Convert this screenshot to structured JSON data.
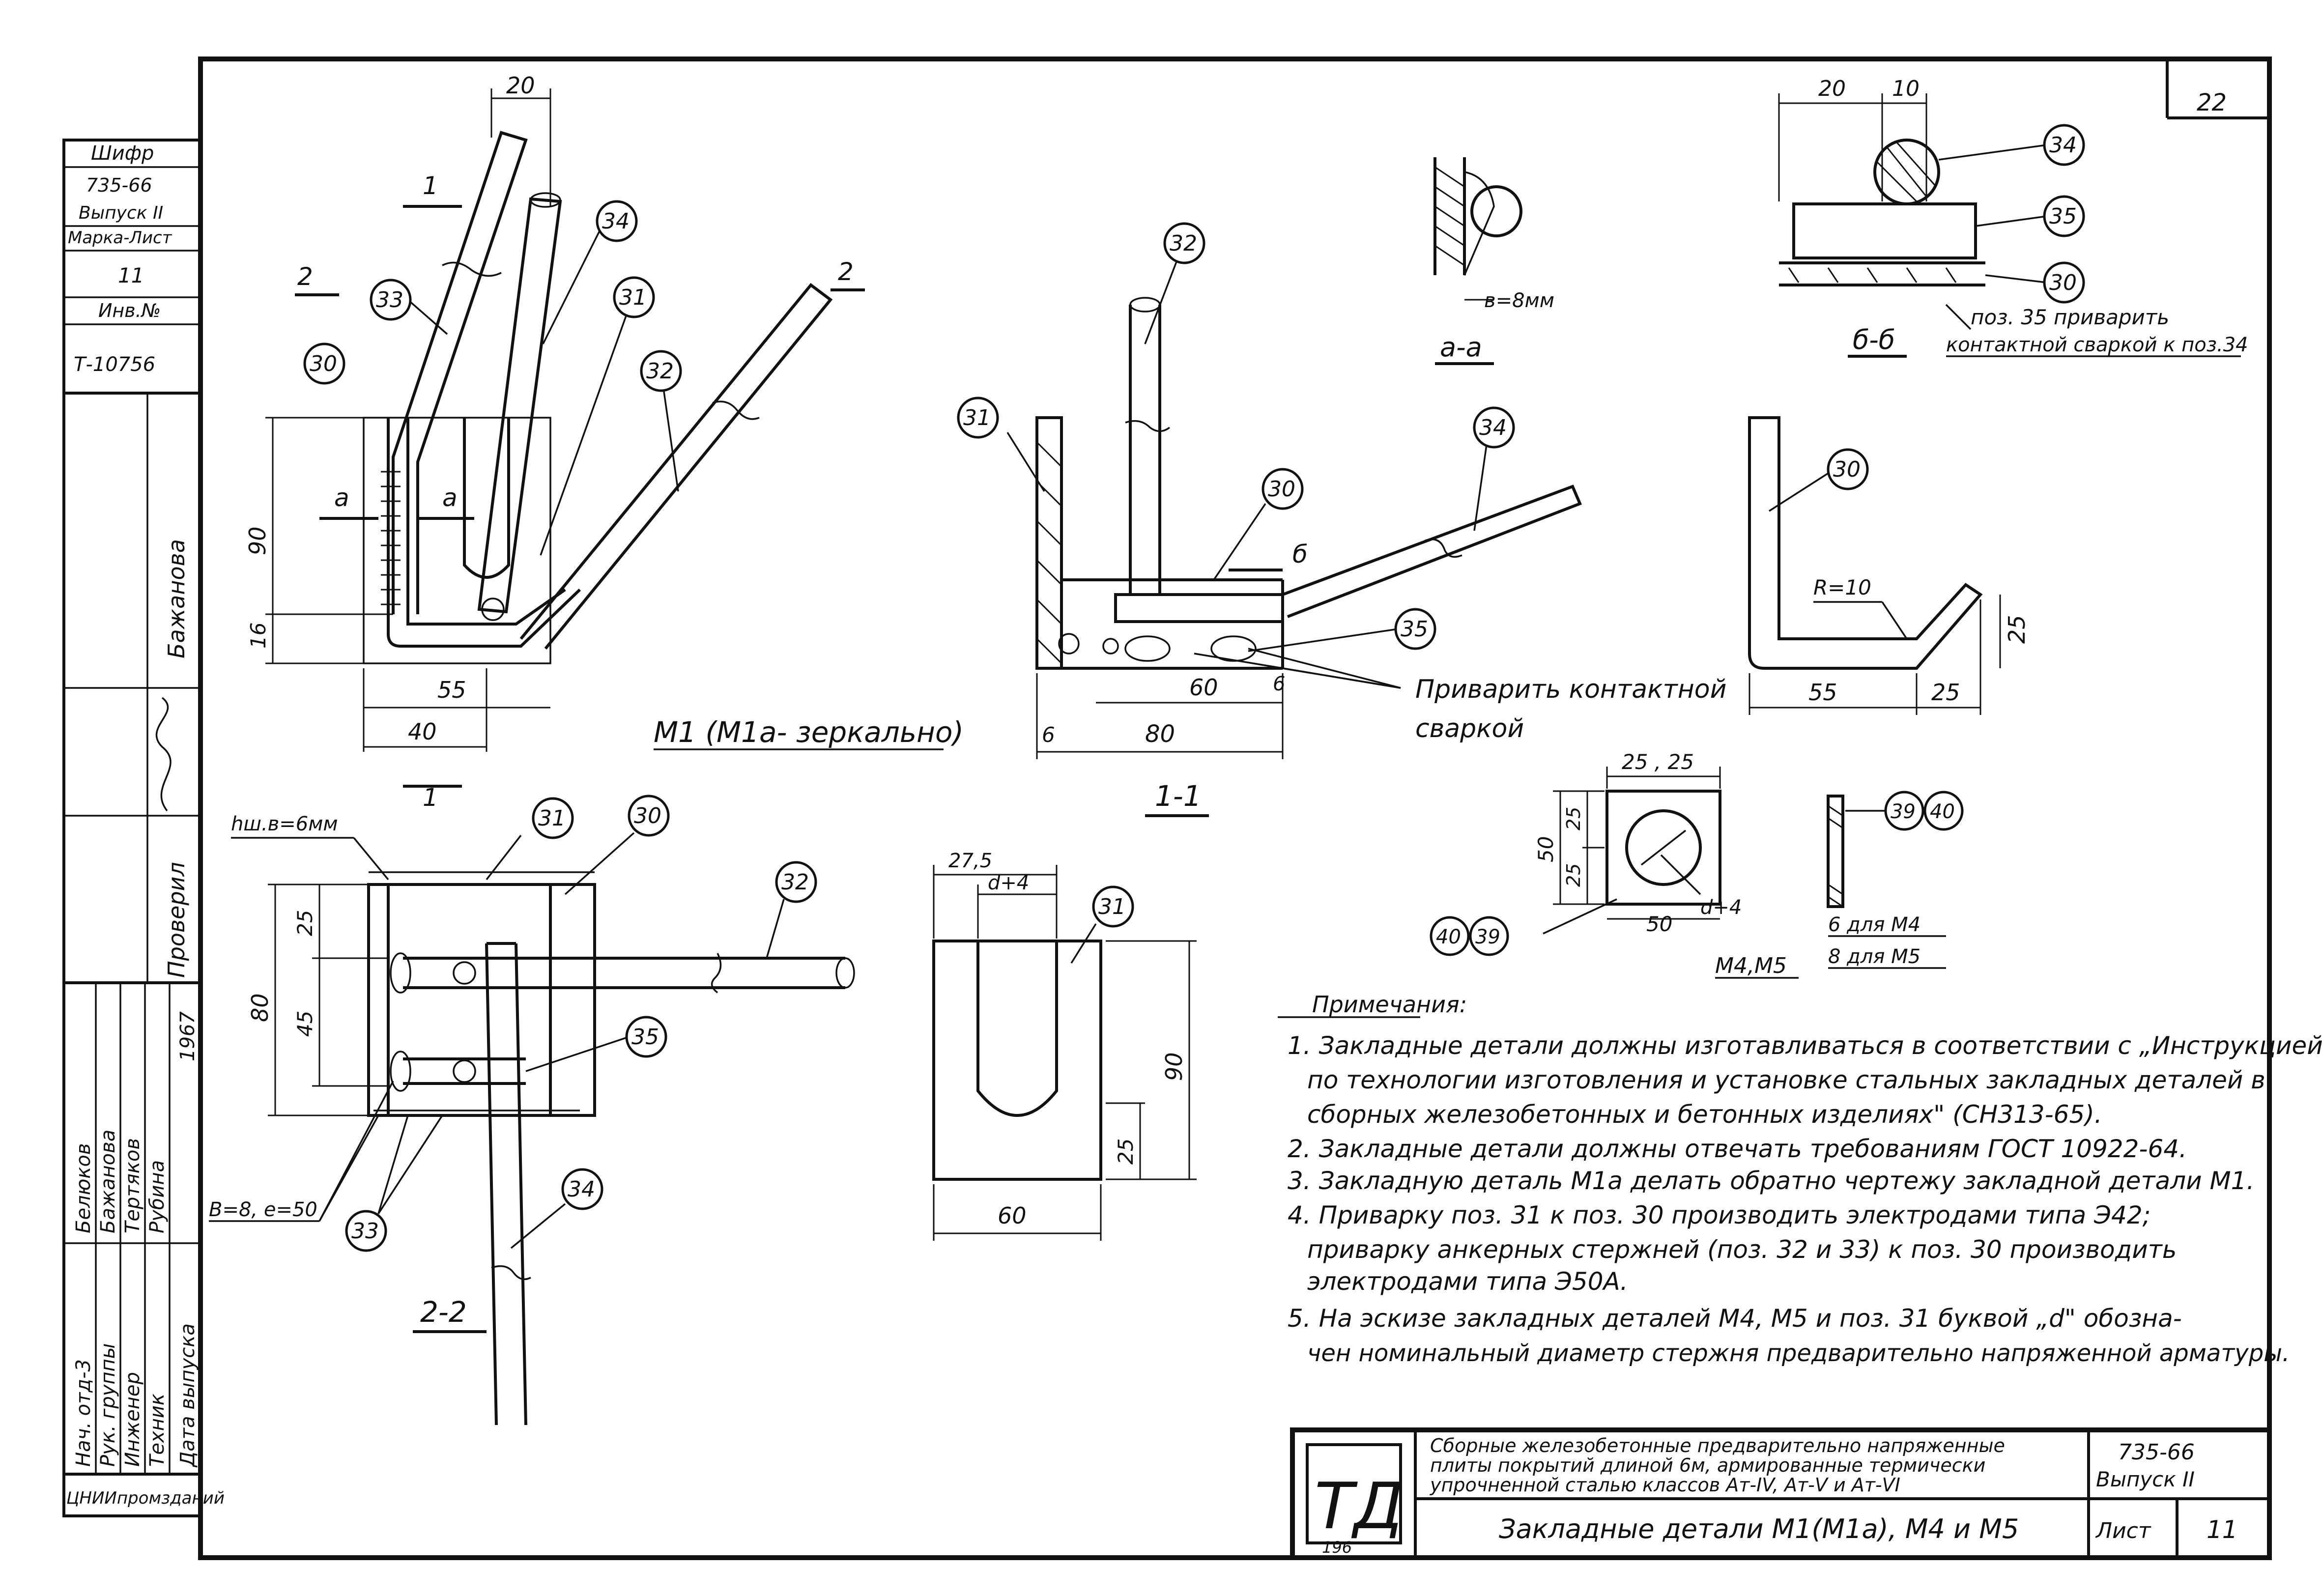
{
  "sheet": {
    "page_corner_number": "22",
    "side_stamp": {
      "cipher_label": "Шифр",
      "cipher_value": "735-66",
      "issue_label": "Выпуск II",
      "mark_sheet_label": "Марка-Лист",
      "mark_sheet_value": "11",
      "inv_label": "Инв.№",
      "inv_value": "Т-10756",
      "signature_name_top": "Бажанова",
      "checked_label": "Проверил",
      "staff_names": [
        "Белюков",
        "Бажанова",
        "Тертяков",
        "Рубина",
        "1967"
      ],
      "role_labels": [
        "Нач. отд-3",
        "Рук. группы",
        "Инженер",
        "Техник",
        "Дата выпуска"
      ],
      "org": "ЦНИИпромзданий"
    },
    "title_block": {
      "logo_text": "ТД",
      "logo_year": "196",
      "series_title_line1": "Сборные железобетонные предварительно напряженные",
      "series_title_line2": "плиты покрытий длиной 6м, армированные термически",
      "series_title_line3": "упрочненной сталью классов Ат-IV, Ат-V и Ат-VI",
      "code": "735-66",
      "issue": "Выпуск II",
      "sheet_title": "Закладные детали М1(М1а), М4 и М5",
      "sheet_label": "Лист",
      "sheet_number": "11"
    },
    "views": {
      "m1_caption": "М1 (М1а- зеркально)",
      "section_1_1": "1-1",
      "section_2_2": "2-2",
      "section_a_a": "а-а",
      "section_b_b": "б-б",
      "m4m5_caption": "М4,М5",
      "weld_note": "Приварить контактной сваркой",
      "weld_note_line1": "Приварить контактной",
      "weld_note_line2": "сваркой",
      "pos35_note_line1": "поз. 35 приварить",
      "pos35_note_line2": "контактной сваркой к поз.34",
      "hw_label": "hш.в=6мм",
      "b8_label": "в=8мм",
      "b8e50_label": "В=8, е=50",
      "r10_label": "R=10",
      "d4_label": "d+4",
      "t6_label": "6 для М4",
      "t8_label": "8 для М5"
    },
    "positions": [
      "30",
      "31",
      "32",
      "33",
      "34",
      "35",
      "39",
      "40"
    ],
    "dimensions": {
      "d20": "20",
      "d10": "10",
      "d90": "90",
      "d16": "16",
      "d55": "55",
      "d40": "40",
      "d60": "60",
      "d6": "6",
      "d80": "80",
      "d25": "25",
      "d45": "45",
      "d50": "50",
      "d27_5": "27,5",
      "d25_25": "25 , 25",
      "cut_1": "1",
      "cut_2": "2",
      "cut_a": "а",
      "cut_b": "б"
    },
    "notes": {
      "heading": "Примечания:",
      "items": [
        "1. Закладные детали должны изготавливаться в соответствии с „Инструкцией",
        "по технологии изготовления и установке стальных закладных деталей в",
        "сборных железобетонных и бетонных изделиях\" (СН313-65).",
        "2. Закладные детали должны отвечать требованиям ГОСТ 10922-64.",
        "3. Закладную деталь М1а делать обратно чертежу закладной детали М1.",
        "4. Приварку поз. 31 к поз. 30 производить электродами типа Э42;",
        "приварку анкерных стержней (поз. 32 и 33) к поз. 30 производить",
        "электродами типа Э50А.",
        "5. На эскизе закладных деталей М4, М5 и поз. 31 буквой „d\" обозна-",
        "чен номинальный диаметр стержня предварительно напряженной арматуры."
      ]
    }
  }
}
